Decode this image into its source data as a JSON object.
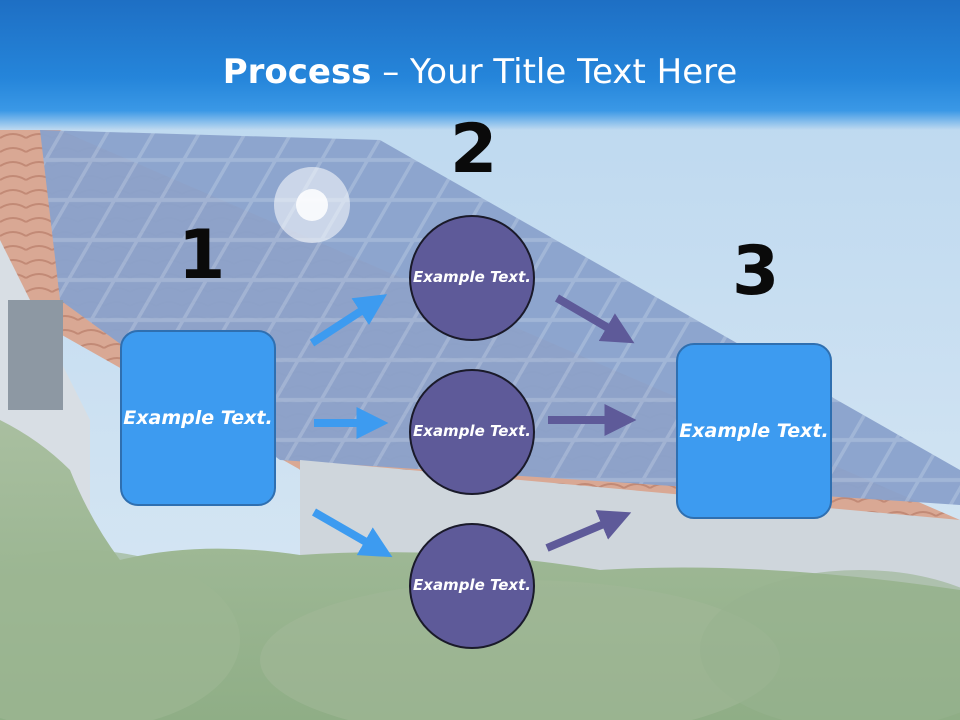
{
  "title": {
    "bold": "Process",
    "rest": " – Your Title Text Here"
  },
  "steps": [
    {
      "number": "1",
      "text": "Example Text."
    },
    {
      "number": "2",
      "items": [
        {
          "text": "Example Text."
        },
        {
          "text": "Example Text."
        },
        {
          "text": "Example Text."
        }
      ]
    },
    {
      "number": "3",
      "text": "Example Text."
    }
  ],
  "colors": {
    "title_bar": "#2585da",
    "box": "#3d9bf0",
    "circle": "#5e5a99",
    "arrow_blue": "#3d9bf0",
    "arrow_purple": "#5e5a99"
  }
}
